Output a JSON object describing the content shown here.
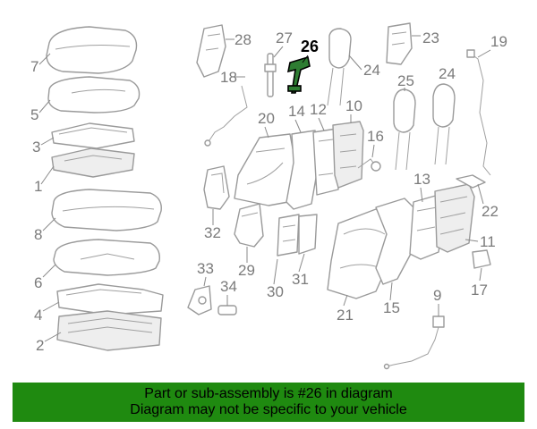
{
  "footer": {
    "line1": "Part or sub-assembly is #26 in diagram",
    "line2": "Diagram may not be specific to your vehicle"
  },
  "highlight": {
    "callout": "26",
    "color": "#2e7d32"
  },
  "callouts": {
    "c1": "1",
    "c2": "2",
    "c3": "3",
    "c4": "4",
    "c5": "5",
    "c6": "6",
    "c7": "7",
    "c8": "8",
    "c9": "9",
    "c10": "10",
    "c11": "11",
    "c12": "12",
    "c13": "13",
    "c14": "14",
    "c15": "15",
    "c16": "16",
    "c17": "17",
    "c18": "18",
    "c19": "19",
    "c20": "20",
    "c21": "21",
    "c22": "22",
    "c23": "23",
    "c24a": "24",
    "c24b": "24",
    "c25": "25",
    "c27": "27",
    "c28": "28",
    "c29": "29",
    "c30": "30",
    "c31": "31",
    "c32": "32",
    "c33": "33",
    "c34": "34"
  },
  "colors": {
    "footer_bg": "#1f8a10",
    "line_art": "#9a9a9a"
  }
}
